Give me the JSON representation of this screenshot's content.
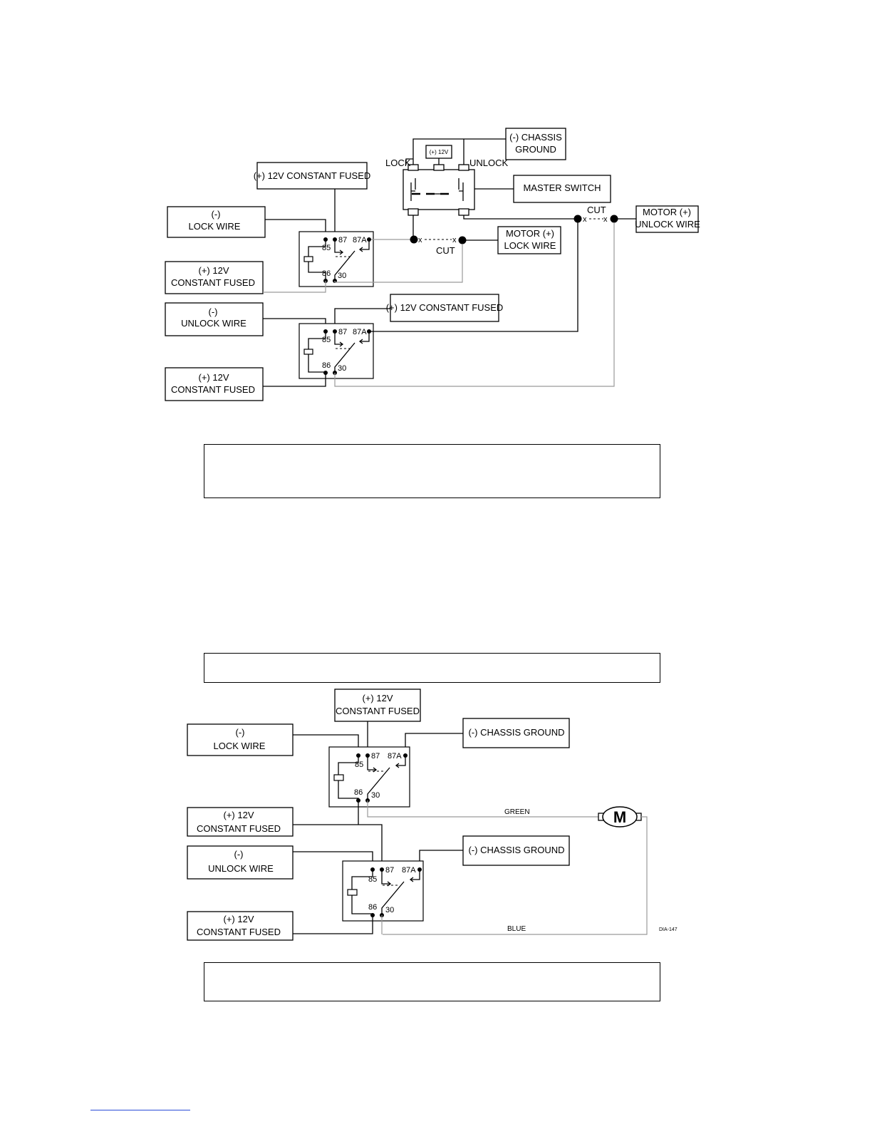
{
  "diagram_top": {
    "master_switch": {
      "label": "MASTER SWITCH",
      "lock": "LOCK",
      "unlock": "UNLOCK",
      "supply": "(+) 12V",
      "ground_line1": "(-) CHASSIS",
      "ground_line2": "GROUND"
    },
    "relay1": {
      "input_line1": "(-)",
      "input_line2": "LOCK WIRE",
      "supply_87": "(+) 12V CONSTANT FUSED",
      "supply86_line1": "(+) 12V",
      "supply86_line2": "CONSTANT FUSED"
    },
    "relay2": {
      "input_line1": "(-)",
      "input_line2": "UNLOCK WIRE",
      "supply_87": "(+) 12V CONSTANT FUSED",
      "supply86_line1": "(+) 12V",
      "supply86_line2": "CONSTANT FUSED"
    },
    "motor_lock_line1": "MOTOR (+)",
    "motor_lock_line2": "LOCK WIRE",
    "motor_unlock_line1": "MOTOR (+)",
    "motor_unlock_line2": "UNLOCK WIRE",
    "cut": "CUT",
    "cut_mark": "x",
    "pins": {
      "p87": "87",
      "p87a": "87A",
      "p85": "85",
      "p86": "86",
      "p30": "30"
    }
  },
  "diagram_bottom": {
    "relay1": {
      "supply_line1": "(+) 12V",
      "supply_line2": "CONSTANT FUSED",
      "input_line1": "(-)",
      "input_line2": "LOCK WIRE",
      "ground": "(-) CHASSIS GROUND"
    },
    "shared_supply_line1": "(+) 12V",
    "shared_supply_line2": "CONSTANT FUSED",
    "relay2": {
      "input_line1": "(-)",
      "input_line2": "UNLOCK WIRE",
      "ground": "(-) CHASSIS GROUND",
      "supply_line1": "(+) 12V",
      "supply_line2": "CONSTANT FUSED"
    },
    "motor": "M",
    "wire_green": "GREEN",
    "wire_blue": "BLUE",
    "diagram_id": "DIA-147",
    "pins": {
      "p87": "87",
      "p87a": "87A",
      "p85": "85",
      "p86": "86",
      "p30": "30"
    }
  },
  "captions": {
    "top": "",
    "middle": "",
    "bottom": ""
  }
}
